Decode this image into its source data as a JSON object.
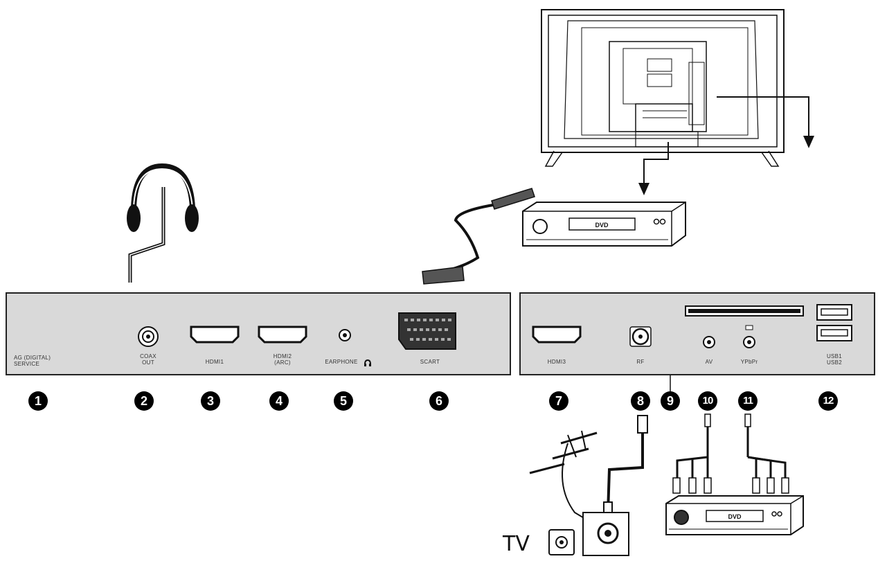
{
  "left_panel": {
    "ports": [
      {
        "id": 1,
        "label": "AG (DIGITAL)\nSERVICE",
        "icon": "service-port"
      },
      {
        "id": 2,
        "label": "COAX\nOUT",
        "icon": "coax-jack-icon"
      },
      {
        "id": 3,
        "label": "HDMI1",
        "icon": "hdmi-port-icon"
      },
      {
        "id": 4,
        "label": "HDMI2\n(ARC)",
        "icon": "hdmi-port-icon"
      },
      {
        "id": 5,
        "label": "EARPHONE",
        "icon": "headphone-jack-icon"
      },
      {
        "id": 6,
        "label": "SCART",
        "icon": "scart-port-icon"
      }
    ]
  },
  "right_panel": {
    "ports": [
      {
        "id": 7,
        "label": "HDMI3",
        "icon": "hdmi-port-icon"
      },
      {
        "id": 8,
        "label": "RF",
        "icon": "rf-jack-icon"
      },
      {
        "id": 9,
        "label": "",
        "icon": "ci-slot-icon"
      },
      {
        "id": 10,
        "label": "AV",
        "icon": "av-jack-icon"
      },
      {
        "id": 11,
        "label": "YPbPr",
        "icon": "ypbpr-jack-icon"
      },
      {
        "id": 12,
        "label": "USB1\nUSB2",
        "icon": "usb-port-icon"
      }
    ]
  },
  "numbers": [
    "1",
    "2",
    "3",
    "4",
    "5",
    "6",
    "7",
    "8",
    "9",
    "10",
    "11",
    "12"
  ],
  "devices": {
    "dvd_top_label": "DVD",
    "dvd_bottom_label": "DVD",
    "tv_label": "TV"
  },
  "colors": {
    "panel_fill": "#d9d9d9",
    "outline": "#222222",
    "number_badge": "#000000"
  }
}
